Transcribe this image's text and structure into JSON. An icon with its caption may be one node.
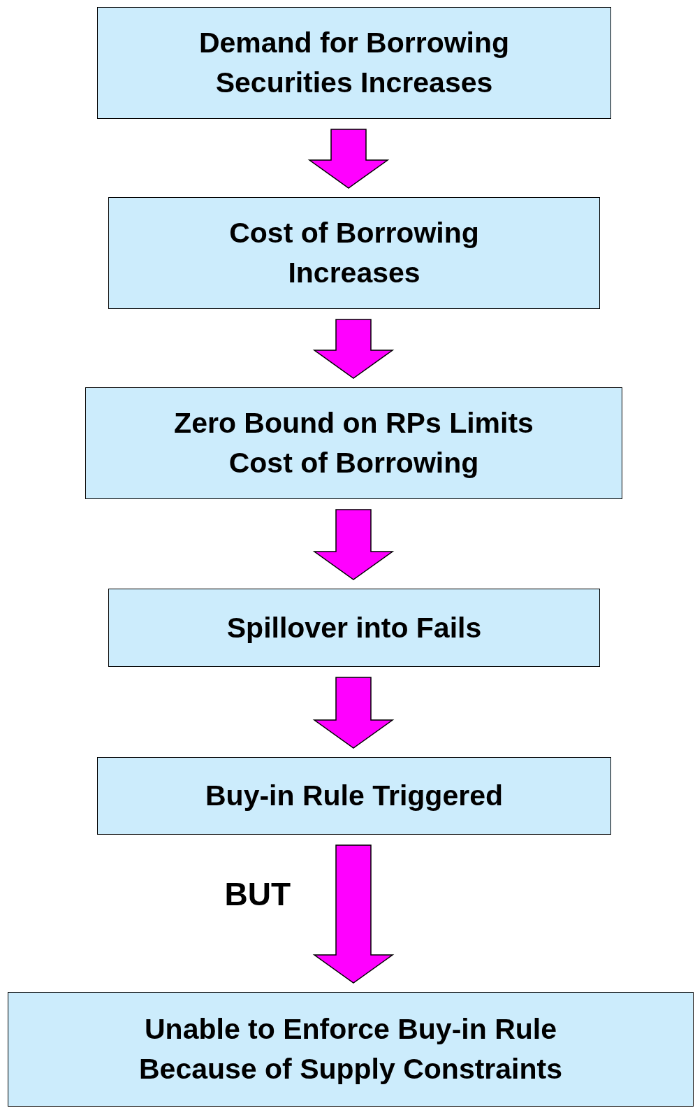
{
  "diagram": {
    "nodes": [
      {
        "text": [
          "Demand for Borrowing Securities Increases"
        ]
      },
      {
        "text": [
          "Cost of Borrowing Increases"
        ]
      },
      {
        "text": [
          "Zero Bound on RPs Limits Cost of Borrowing"
        ]
      },
      {
        "text": [
          "Spillover into Fails"
        ]
      },
      {
        "text": [
          "Buy-in Rule Triggered"
        ]
      },
      {
        "text": [
          "Unable to Enforce Buy-in Rule Because of Supply Constraints"
        ]
      }
    ],
    "edges": [
      {
        "from": 0,
        "to": 1,
        "arrow": "to"
      },
      {
        "from": 1,
        "to": 2,
        "arrow": "to"
      },
      {
        "from": 2,
        "to": 3,
        "arrow": "to"
      },
      {
        "from": 3,
        "to": 4,
        "arrow": "to"
      },
      {
        "from": 4,
        "to": 5,
        "arrow": "to",
        "label": "BUT"
      }
    ]
  }
}
